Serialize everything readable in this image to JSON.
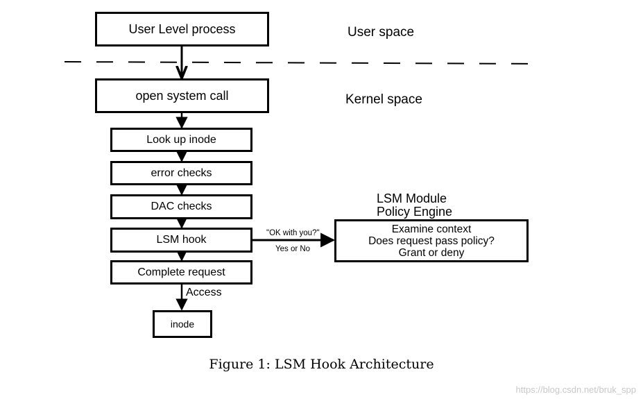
{
  "diagram": {
    "user_process": "User Level process",
    "user_space": "User space",
    "kernel_space": "Kernel space",
    "open_call": "open system call",
    "steps": {
      "lookup": "Look up inode",
      "error_checks": "error checks",
      "dac_checks": "DAC checks",
      "lsm_hook": "LSM hook",
      "complete": "Complete request"
    },
    "access_label": "Access",
    "inode": "inode",
    "lsm_module": {
      "title_line1": "LSM Module",
      "title_line2": "Policy Engine",
      "line1": "Examine context",
      "line2": "Does request pass policy?",
      "line3": "Grant or deny"
    },
    "query_label": "\"OK with you?\"",
    "reply_label": "Yes or No"
  },
  "caption": "Figure 1: LSM Hook Architecture",
  "watermark": "https://blog.csdn.net/bruk_spp"
}
